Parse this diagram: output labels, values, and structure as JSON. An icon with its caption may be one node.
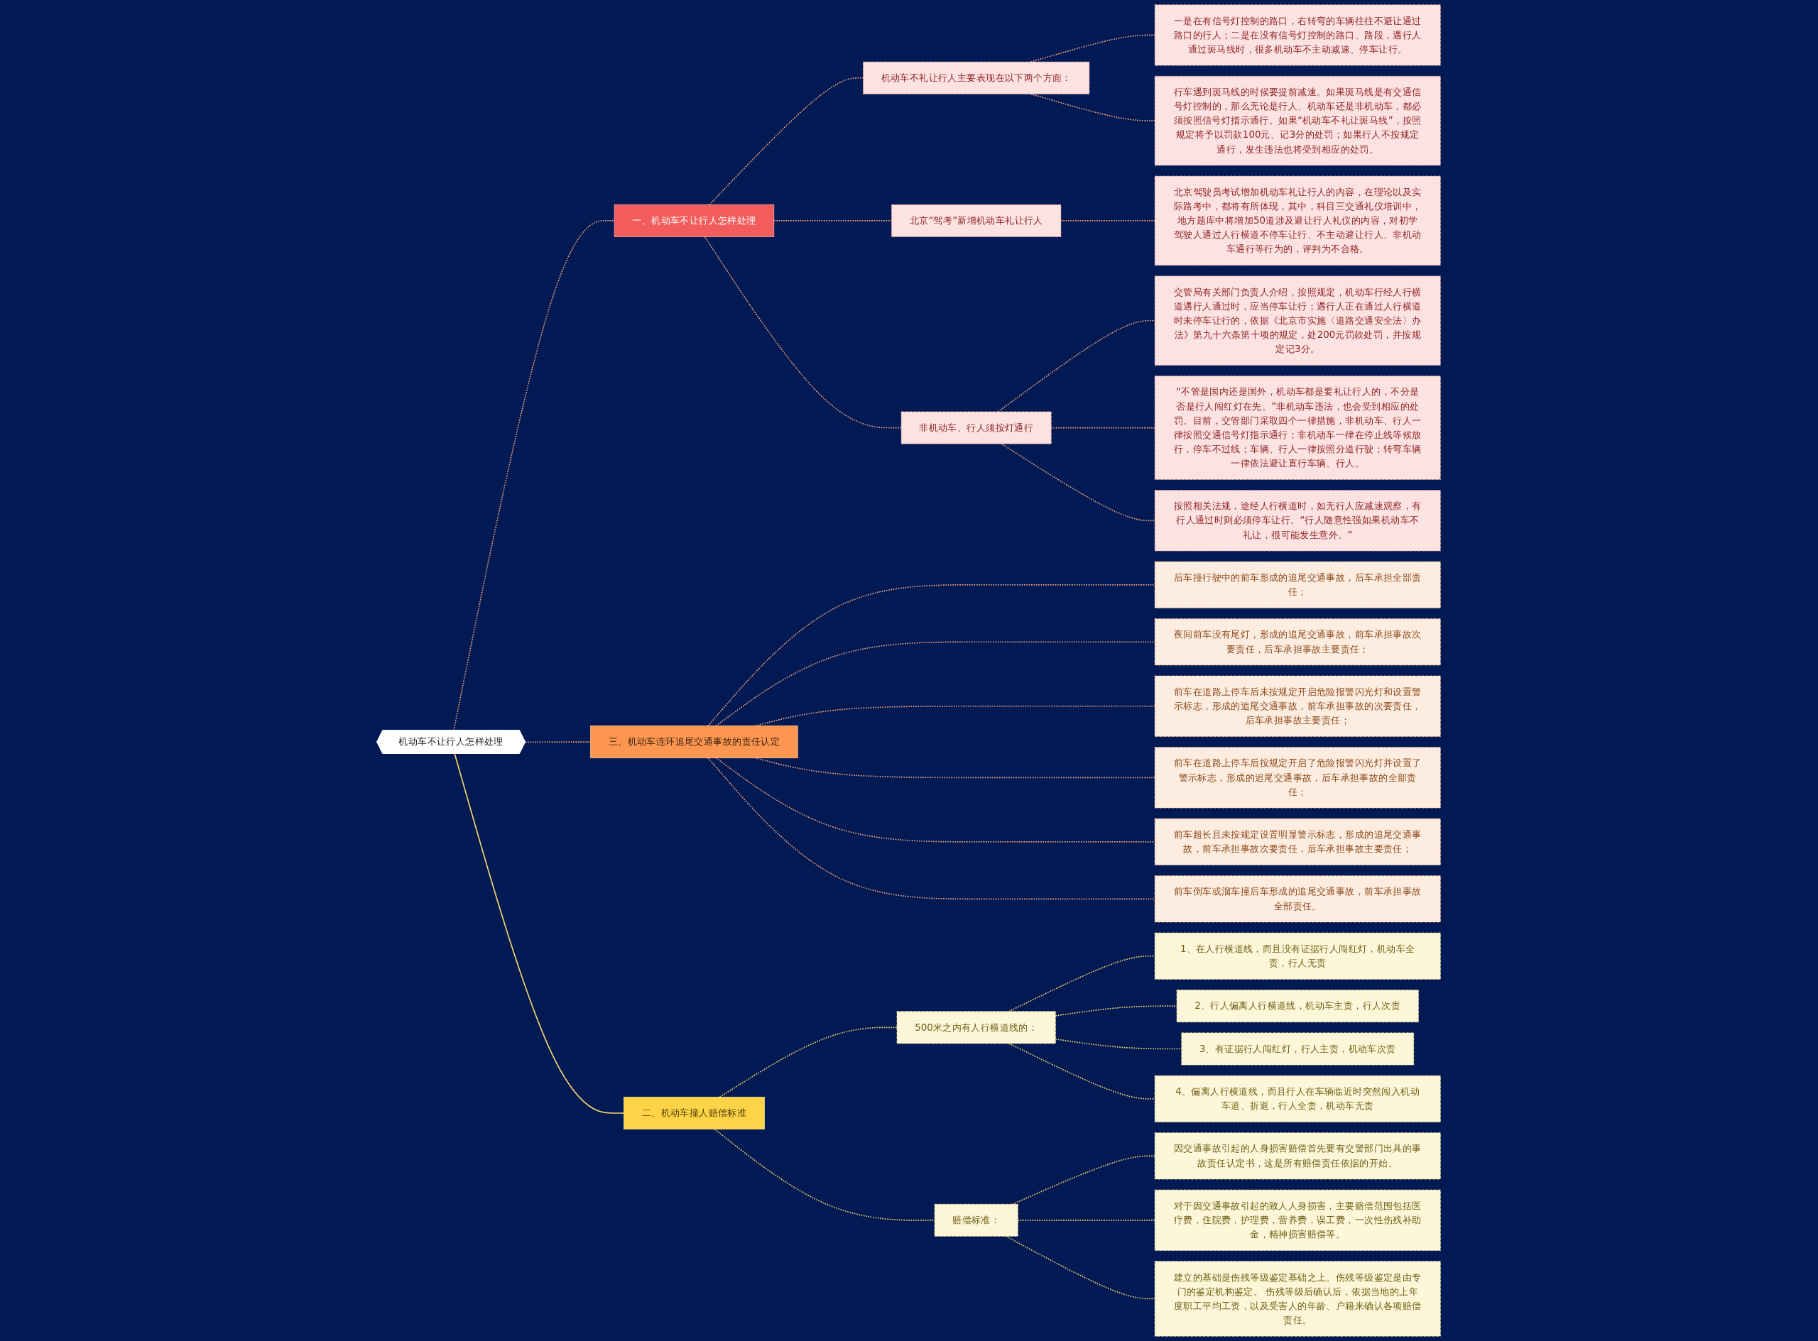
{
  "diagram": {
    "nodes": [
      {
        "text": [
          "机动车不让行人怎样处理"
        ]
      },
      {
        "text": [
          "一、机动车不让行人怎样处理"
        ]
      },
      {
        "text": [
          "机动车不礼让行人主要表现在以下两个方面："
        ]
      },
      {
        "text": [
          "一是在有信号灯控制的路口，右转弯的车辆往往不避让通过路口的行人；二是在没有信号灯控制的路口、路段，遇行人通过斑马线时，很多机动车不主动减速、停车让行。"
        ]
      },
      {
        "text": [
          "行车遇到斑马线的时候要提前减速。如果斑马线是有交通信号灯控制的，那么无论是行人、机动车还是非机动车，都必须按照信号灯指示通行。如果“机动车不礼让斑马线”，按照规定将予以罚款100元、记3分的处罚；如果行人不按规定通行，发生违法也将受到相应的处罚。"
        ]
      },
      {
        "text": [
          "北京“驾考”新增机动车礼让行人"
        ]
      },
      {
        "text": [
          "北京驾驶员考试增加机动车礼让行人的内容，在理论以及实际路考中，都将有所体现，其中，科目三交通礼仪培训中，地方题库中将增加50道涉及避让行人礼仪的内容，对初学驾驶人通过人行横道不停车让行、不主动避让行人、非机动车通行等行为的，评判为不合格。"
        ]
      },
      {
        "text": [
          "非机动车、行人须按灯通行"
        ]
      },
      {
        "text": [
          "交管局有关部门负责人介绍，按照规定，机动车行经人行横道遇行人通过时，应当停车让行；遇行人正在通过人行横道时未停车让行的，依据《北京市实施〈道路交通安全法〉办法》第九十六条第十项的规定，处200元罚款处罚，并按规定记3分。"
        ]
      },
      {
        "text": [
          "“不管是国内还是国外，机动车都是要礼让行人的，不分是否是行人闯红灯在先。”非机动车违法，也会受到相应的处罚。目前，交管部门采取四个一律措施，非机动车、行人一律按照交通信号灯指示通行；非机动车一律在停止线等候放行，停车不过线；车辆、行人一律按照分道行驶；转弯车辆一律依法避让直行车辆、行人。"
        ]
      },
      {
        "text": [
          "按照相关法规，途经人行横道时，如无行人应减速观察，有行人通过时则必须停车让行。“行人随意性强如果机动车不礼让，很可能发生意外。”"
        ]
      },
      {
        "text": [
          "三、机动车连环追尾交通事故的责任认定"
        ]
      },
      {
        "text": [
          "后车撞行驶中的前车形成的追尾交通事故，后车承担全部责任；"
        ]
      },
      {
        "text": [
          "夜间前车没有尾灯，形成的追尾交通事故，前车承担事故次要责任，后车承担事故主要责任；"
        ]
      },
      {
        "text": [
          "前车在道路上停车后未按规定开启危险报警闪光灯和设置警示标志，形成的追尾交通事故，前车承担事故的次要责任，后车承担事故主要责任；"
        ]
      },
      {
        "text": [
          "前车在道路上停车后按规定开启了危险报警闪光灯并设置了警示标志，形成的追尾交通事故，后车承担事故的全部责任；"
        ]
      },
      {
        "text": [
          "前车超长且未按规定设置明显警示标志，形成的追尾交通事故，前车承担事故次要责任，后车承担事故主要责任；"
        ]
      },
      {
        "text": [
          "前车倒车或溜车撞后车形成的追尾交通事故，前车承担事故全部责任。"
        ]
      },
      {
        "text": [
          "二、机动车撞人赔偿标准"
        ]
      },
      {
        "text": [
          "500米之内有人行横道线的："
        ]
      },
      {
        "text": [
          "1、在人行横道线，而且没有证据行人闯红灯，机动车全责，行人无责"
        ]
      },
      {
        "text": [
          "2、行人偏离人行横道线，机动车主责，行人次责"
        ]
      },
      {
        "text": [
          "3、有证据行人闯红灯，行人主责，机动车次责"
        ]
      },
      {
        "text": [
          "4、偏离人行横道线，而且行人在车辆临近时突然闯入机动车道、折返，行人全责，机动车无责"
        ]
      },
      {
        "text": [
          "赔偿标准："
        ]
      },
      {
        "text": [
          "因交通事故引起的人身损害赔偿首先要有交警部门出具的事故责任认定书，这是所有赔偿责任依据的开始。"
        ]
      },
      {
        "text": [
          "对于因交通事故引起的致人人身损害，主要赔偿范围包括医疗费，住院费，护理费，营养费，误工费，一次性伤残补助金，精神损害赔偿等。"
        ]
      },
      {
        "text": [
          "建立的基础是伤残等级鉴定基础之上。伤残等级鉴定是由专门的鉴定机构鉴定。 伤残等级后确认后，依据当地的上年度职工平均工资，以及受害人的年龄、户籍来确认各项赔偿责任。"
        ]
      }
    ],
    "edges": [
      {
        "from": 0,
        "to": 1,
        "arrow": "none",
        "style": "dashed"
      },
      {
        "from": 1,
        "to": 2,
        "arrow": "none",
        "style": "dashed"
      },
      {
        "from": 2,
        "to": 3,
        "arrow": "none",
        "style": "dashed"
      },
      {
        "from": 2,
        "to": 4,
        "arrow": "none",
        "style": "dashed"
      },
      {
        "from": 1,
        "to": 5,
        "arrow": "none",
        "style": "dashed"
      },
      {
        "from": 5,
        "to": 6,
        "arrow": "none",
        "style": "dashed"
      },
      {
        "from": 1,
        "to": 7,
        "arrow": "none",
        "style": "dashed"
      },
      {
        "from": 7,
        "to": 8,
        "arrow": "none",
        "style": "dashed"
      },
      {
        "from": 7,
        "to": 9,
        "arrow": "none",
        "style": "dashed"
      },
      {
        "from": 7,
        "to": 10,
        "arrow": "none",
        "style": "dashed"
      },
      {
        "from": 0,
        "to": 11,
        "arrow": "none",
        "style": "dashed"
      },
      {
        "from": 11,
        "to": 12,
        "arrow": "none",
        "style": "dashed"
      },
      {
        "from": 11,
        "to": 13,
        "arrow": "none",
        "style": "dashed"
      },
      {
        "from": 11,
        "to": 14,
        "arrow": "none",
        "style": "dashed"
      },
      {
        "from": 11,
        "to": 15,
        "arrow": "none",
        "style": "dashed"
      },
      {
        "from": 11,
        "to": 16,
        "arrow": "none",
        "style": "dashed"
      },
      {
        "from": 11,
        "to": 17,
        "arrow": "none",
        "style": "dashed"
      },
      {
        "from": 0,
        "to": 18,
        "arrow": "none",
        "color": "#f5d36b"
      },
      {
        "from": 18,
        "to": 19,
        "arrow": "none",
        "style": "dashed",
        "color": "#f5d36b"
      },
      {
        "from": 19,
        "to": 20,
        "arrow": "none",
        "style": "dashed",
        "color": "#f5d36b"
      },
      {
        "from": 19,
        "to": 21,
        "arrow": "none",
        "style": "dashed",
        "color": "#f5d36b"
      },
      {
        "from": 19,
        "to": 22,
        "arrow": "none",
        "style": "dashed",
        "color": "#f5d36b"
      },
      {
        "from": 19,
        "to": 23,
        "arrow": "none",
        "style": "dashed",
        "color": "#f5d36b"
      },
      {
        "from": 18,
        "to": 24,
        "arrow": "none",
        "style": "dashed",
        "color": "#f5d36b"
      },
      {
        "from": 24,
        "to": 25,
        "arrow": "none",
        "style": "dashed",
        "color": "#f5d36b"
      },
      {
        "from": 24,
        "to": 26,
        "arrow": "none",
        "style": "dashed",
        "color": "#f5d36b"
      },
      {
        "from": 24,
        "to": 27,
        "arrow": "none",
        "style": "dashed",
        "color": "#f5d36b"
      }
    ]
  }
}
